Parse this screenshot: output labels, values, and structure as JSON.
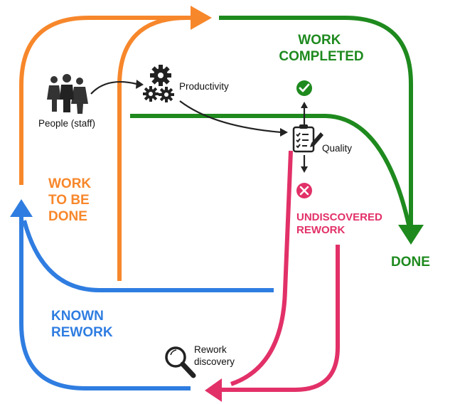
{
  "colors": {
    "work_to_be_done": "#f7872b",
    "work_completed": "#1e8a1e",
    "undiscovered_rework": "#e23068",
    "known_rework": "#2f7de1",
    "ink": "#222222"
  },
  "labels": {
    "work_to_be_done": [
      "WORK",
      "TO BE",
      "DONE"
    ],
    "work_completed": [
      "WORK",
      "COMPLETED"
    ],
    "done": "DONE",
    "undiscovered_rework": [
      "UNDISCOVERED",
      "REWORK"
    ],
    "known_rework": [
      "KNOWN",
      "REWORK"
    ],
    "people": "People (staff)",
    "productivity": "Productivity",
    "quality": "Quality",
    "rework_discovery": [
      "Rework",
      "discovery"
    ]
  },
  "icons": {
    "people": "people-group-icon",
    "productivity": "gears-icon",
    "quality": "checklist-pencil-icon",
    "pass": "check-circle-icon",
    "fail": "x-circle-icon",
    "discovery": "magnifier-icon"
  }
}
